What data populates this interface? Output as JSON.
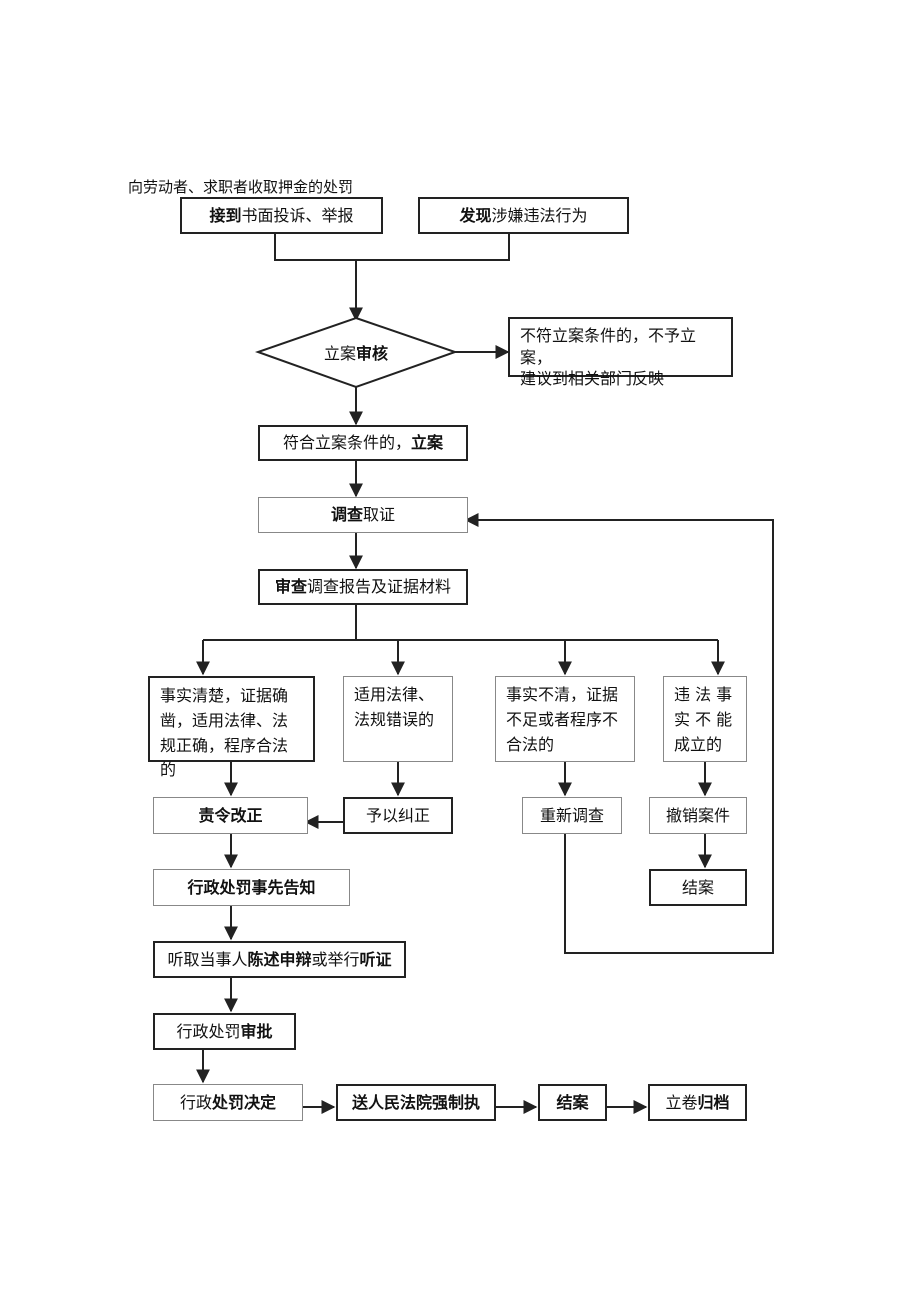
{
  "title": "向劳动者、求职者收取押金的处罚",
  "nodes": {
    "receive": {
      "bold": "接到",
      "text": "书面投诉、举报"
    },
    "discover": {
      "bold": "发现",
      "text": "涉嫌违法行为"
    },
    "review": {
      "text": "立案",
      "bold": "审核"
    },
    "reject": {
      "line1": "不符立案条件的，不予立案，",
      "line2": "建议到相关部门反映"
    },
    "file": {
      "text": "符合立案条件的，",
      "bold": "立案"
    },
    "investigate": {
      "bold": "调查",
      "text": "取证"
    },
    "examine": {
      "bold": "审查",
      "text": "调查报告及证据材料"
    },
    "branch1": {
      "text": "事实清楚，证据确凿，适用法律、法规正确，程序合法的"
    },
    "branch2": {
      "text": "适用法律、法规错误的"
    },
    "branch3": {
      "text": "事实不清，证据不足或者程序不合法的"
    },
    "branch4": {
      "text": "违 法 事实 不 能成立的"
    },
    "order": {
      "text": "责令改正"
    },
    "correct": {
      "text": "予以纠正"
    },
    "reinvestigate": {
      "text": "重新调查"
    },
    "revoke": {
      "text": "撤销案件"
    },
    "close1": {
      "text": "结案"
    },
    "notify": {
      "text": "行政处罚事先告知"
    },
    "hearing": {
      "text1": "听取当事人",
      "bold1": "陈述申辩",
      "text2": "或举行",
      "bold2": "听证"
    },
    "approval": {
      "text": "行政处罚",
      "bold": "审批"
    },
    "decision": {
      "text": "行政",
      "bold": "处罚决定"
    },
    "enforce": {
      "text": "送人民法院强制执"
    },
    "close2": {
      "text": "结案"
    },
    "archive": {
      "text": "立卷",
      "bold": "归档"
    }
  }
}
